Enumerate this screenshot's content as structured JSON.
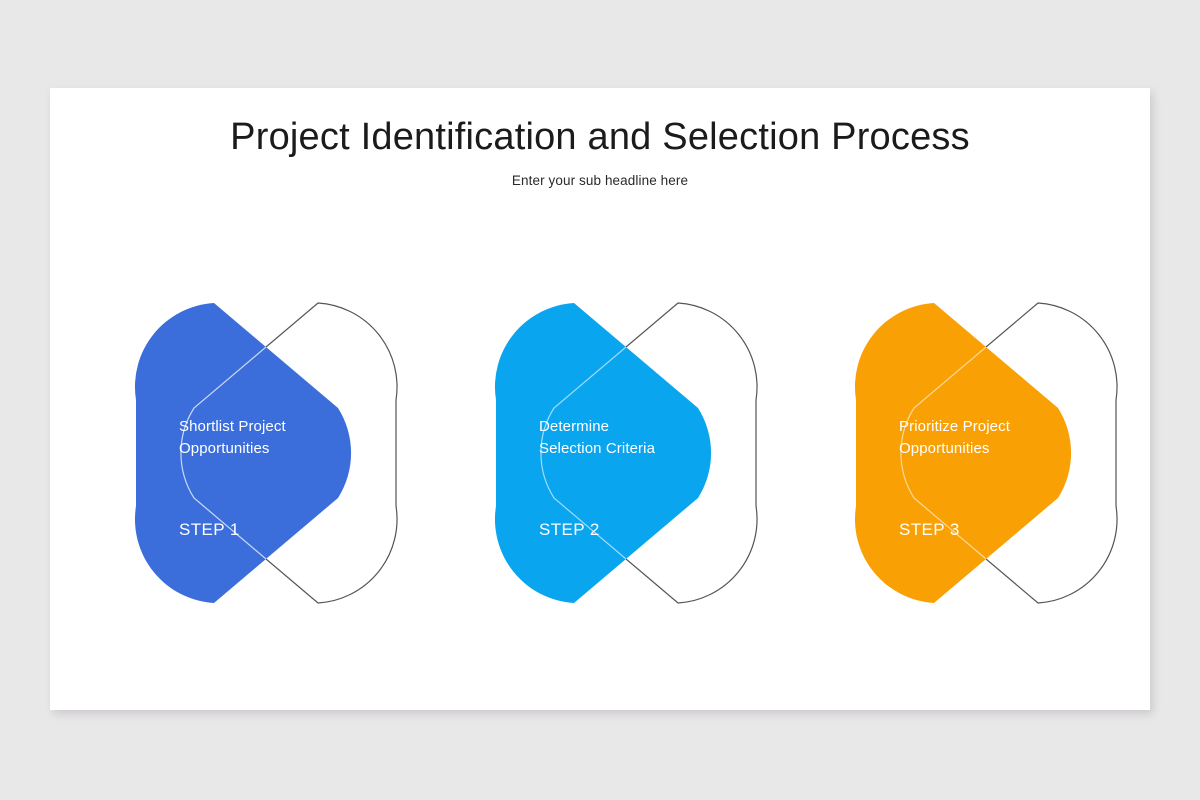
{
  "page": {
    "background_color": "#e9e8e9",
    "slide_background": "#ffffff"
  },
  "header": {
    "title": "Project Identification and Selection Process",
    "subtitle": "Enter your sub headline here"
  },
  "diagram": {
    "type": "three-step-process",
    "outline_stroke_color": "#555555",
    "outline_stroke_over_fill_color": "#cfdcf6",
    "steps": [
      {
        "id": "step-1",
        "label": "Shortlist Project\nOpportunities",
        "step_number": "STEP 1",
        "fill_color": "#3b6edb",
        "text_color": "#ffffff",
        "outline_stroke_over_fill": "#c9d8f7"
      },
      {
        "id": "step-2",
        "label": "Determine\nSelection Criteria",
        "step_number": "STEP 2",
        "fill_color": "#09a5ef",
        "text_color": "#ffffff",
        "outline_stroke_over_fill": "#9fdcfa"
      },
      {
        "id": "step-3",
        "label": "Prioritize Project\nOpportunities",
        "step_number": "STEP 3",
        "fill_color": "#f9a104",
        "text_color": "#ffffff",
        "outline_stroke_over_fill": "#fcd79a"
      }
    ]
  }
}
